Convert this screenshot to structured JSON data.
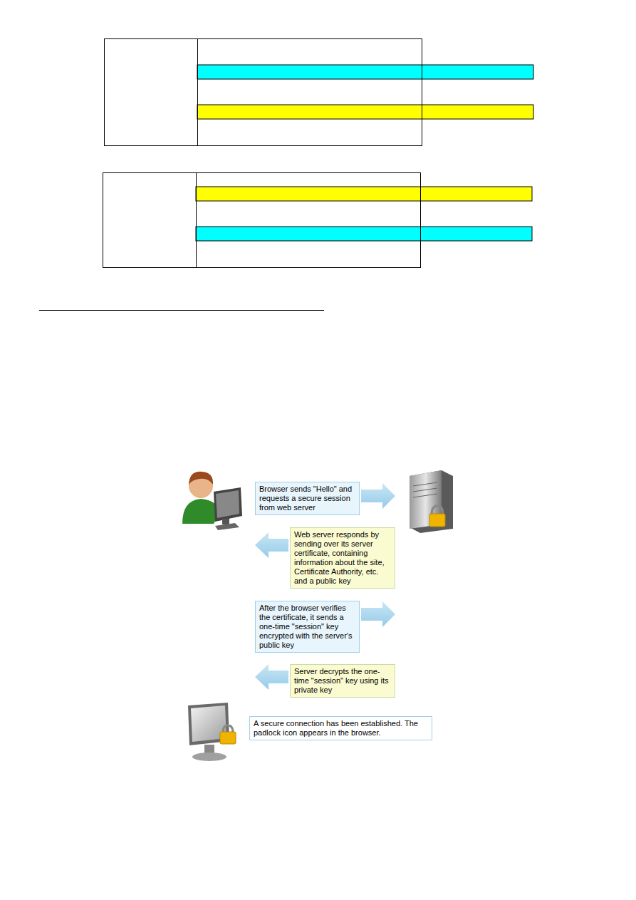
{
  "diagram": {
    "nodes": [
      {
        "text": [
          "Browser sends \"Hello\" and requests a secure session from web server"
        ]
      },
      {
        "text": [
          "Web server responds by sending over its server certificate, containing information about the site, Certificate Authority, etc. and a public key"
        ]
      },
      {
        "text": [
          "After the browser verifies the certificate, it sends a one-time \"session\" key encrypted with the server's public key"
        ]
      },
      {
        "text": [
          "Server decrypts the one-time \"session\" key using its private key"
        ]
      },
      {
        "text": [
          "A secure connection has been established. The padlock icon appears in the browser."
        ]
      }
    ]
  }
}
